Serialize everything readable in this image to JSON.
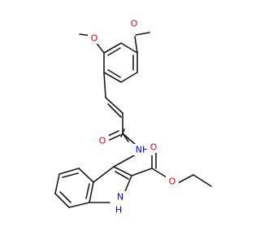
{
  "molecule": {
    "atoms": {
      "o_methoxy_top": "O",
      "o_methoxy_left": "O",
      "o_amide": "O",
      "n_amide": "NH",
      "o_ester_carbonyl": "O",
      "o_ester": "O",
      "n_indole": "N",
      "h_indole": "H"
    }
  },
  "colors": {
    "oxygen": "#e8000b",
    "nitrogen": "#0000ff",
    "bond": "#1a1a1a",
    "background": "#ffffff"
  }
}
